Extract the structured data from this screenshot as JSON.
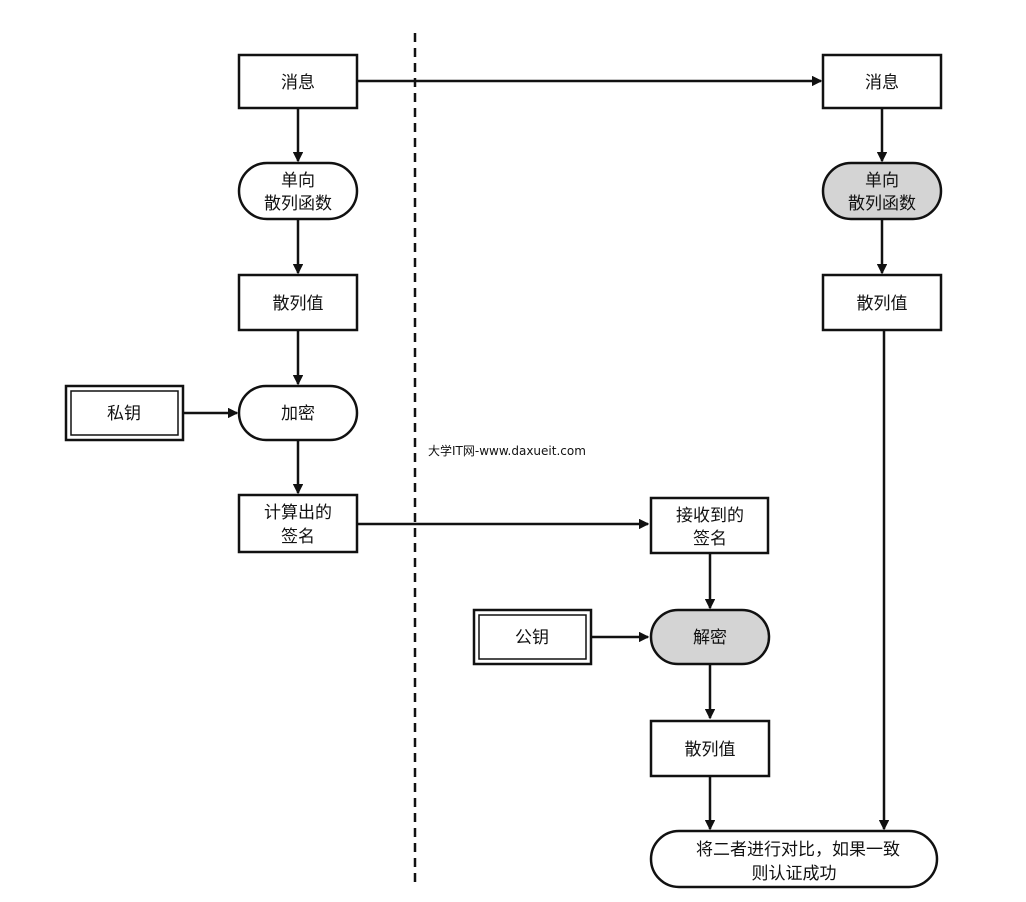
{
  "sender": {
    "message": "消息",
    "hash_function": [
      "单向",
      "散列函数"
    ],
    "hash_value": "散列值",
    "private_key": "私钥",
    "encrypt": "加密",
    "signature": [
      "计算出的",
      "签名"
    ]
  },
  "receiver": {
    "message": "消息",
    "hash_function": [
      "单向",
      "散列函数"
    ],
    "hash_value": "散列值",
    "received_signature": [
      "接收到的",
      "签名"
    ],
    "public_key": "公钥",
    "decrypt": "解密",
    "decrypted_hash_value": "散列值",
    "compare": [
      "将二者进行对比，如果一致",
      "则认证成功"
    ]
  },
  "watermark": "大学IT网-www.daxueit.com",
  "colors": {
    "stroke": "#111111",
    "highlight_fill": "#d4d4d4"
  }
}
